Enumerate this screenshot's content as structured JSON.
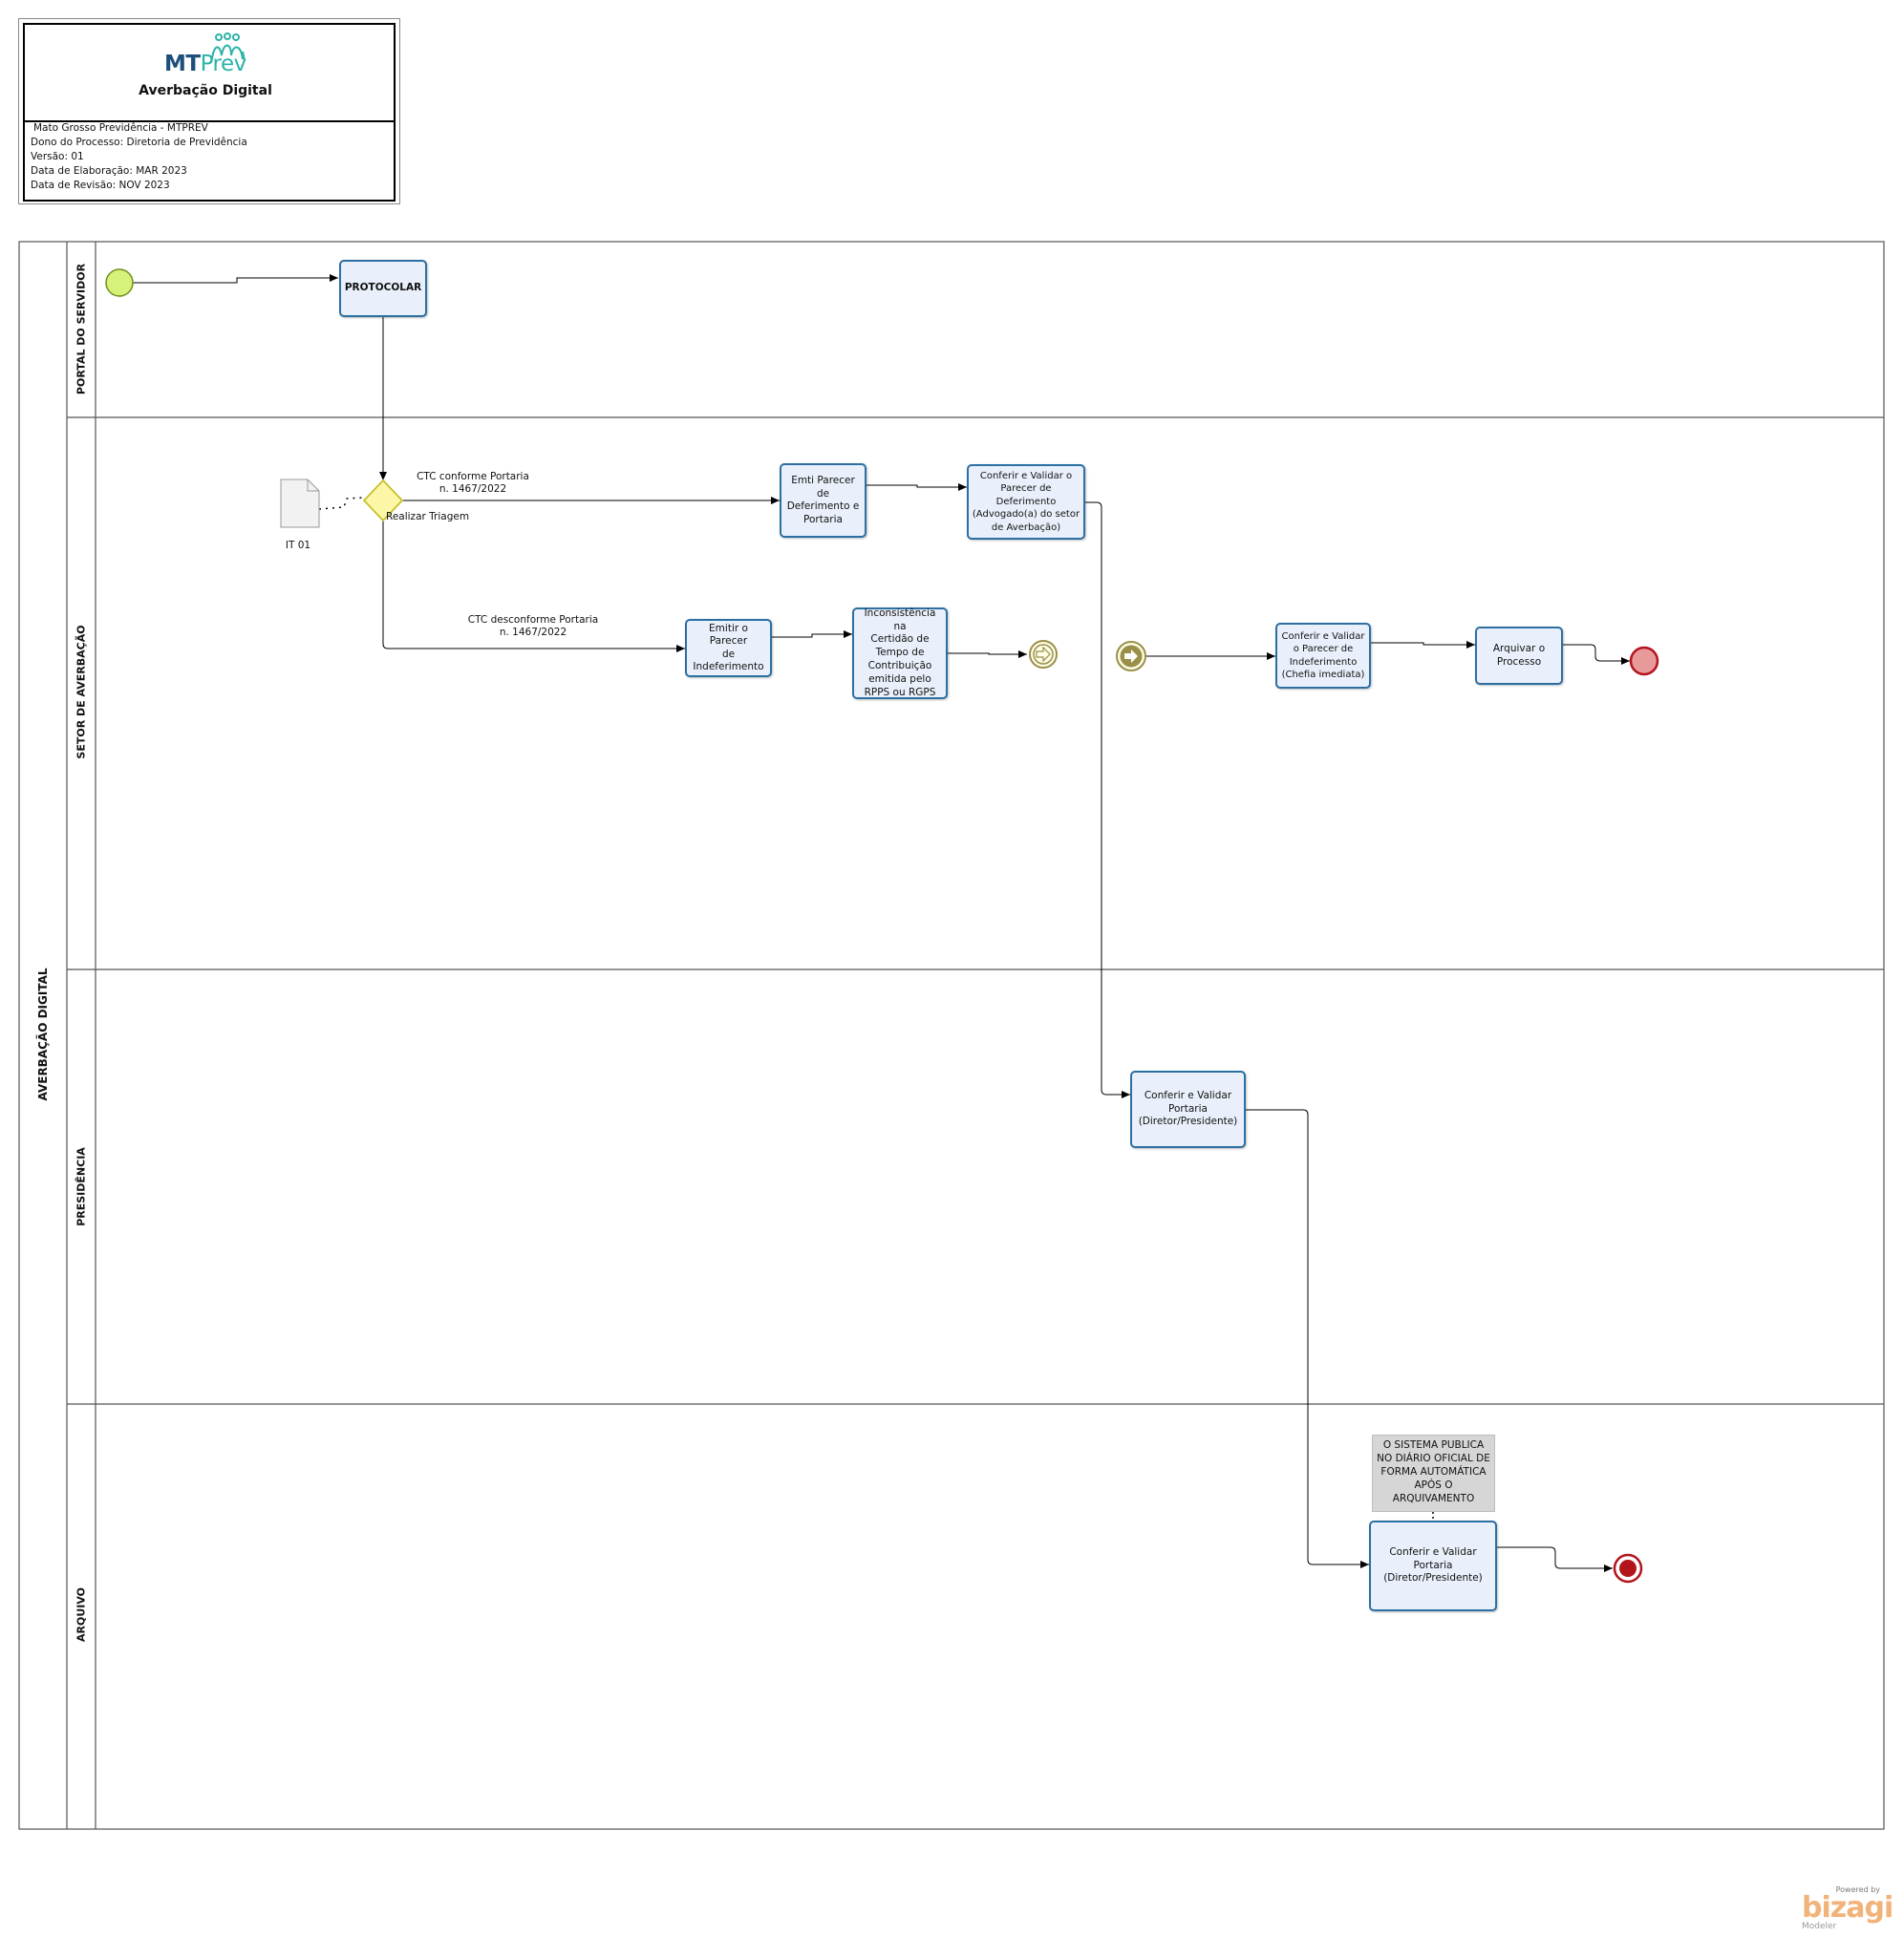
{
  "header": {
    "logo_text_mt": "MT",
    "logo_text_prev": "Prev",
    "title": "Averbação Digital",
    "info": [
      "Mato Grosso Previdência - MTPREV",
      "Dono do Processo: Diretoria de Previdência",
      "Versão: 01",
      "Data de Elaboração: MAR 2023",
      "Data de Revisão: NOV 2023"
    ]
  },
  "pool": {
    "name": "AVERBAÇÃO DIGITAL"
  },
  "lanes": [
    "PORTAL DO SERVIDOR",
    "SETOR DE AVERBAÇÃO",
    "PRESIDÊNCIA",
    "ARQUIVO"
  ],
  "tasks": {
    "protocolar": "PROTOCOLAR",
    "emitir_parecer_deferimento": "Emti Parecer de\nDeferimento e\nPortaria",
    "conferir_validar_deferimento": "Conferir e Validar o\nParecer de\nDeferimento\n(Advogado(a) do setor\nde Averbação)",
    "emitir_parecer_indeferimento": "Emitir o Parecer\nde\nIndeferimento",
    "inconsistencia": "Inconsistência na\nCertidão de\nTempo de\nContribuição\nemitida pelo\nRPPS ou RGPS",
    "conferir_validar_indeferimento": "Conferir e Validar\no Parecer de\nIndeferimento\n(Chefia imediata)",
    "arquivar": "Arquivar o\nProcesso",
    "conferir_portaria_presidencia": "Conferir e Validar\nPortaria\n(Diretor/Presidente)",
    "conferir_portaria_arquivo": "Conferir e Validar\nPortaria\n(Diretor/Presidente)"
  },
  "gateway": {
    "label": "Realizar Triagem"
  },
  "artifact": {
    "label": "IT 01"
  },
  "flow_labels": {
    "conforme": "CTC conforme Portaria\nn. 1467/2022",
    "desconforme": "CTC desconforme Portaria\nn. 1467/2022"
  },
  "annotation": "O SISTEMA PUBLICA\nNO DIÁRIO OFICIAL DE\nFORMA AUTOMÁTICA\nAPÓS O\nARQUIVAMENTO",
  "branding": {
    "powered_by": "Powered by",
    "brand": "bizagi",
    "product": "Modeler"
  },
  "colors": {
    "task_fill": "#eaf0fb",
    "task_border": "#2c6fa3",
    "start_event": "#d6f27a",
    "end_event": "#e89a9a",
    "end_event_border": "#b3141c",
    "gateway_fill": "#fbf7a6",
    "gateway_border": "#c9be2e",
    "link_event": "#9a8f48",
    "logo_dark": "#1d4f7a",
    "logo_teal": "#2bb3a9",
    "brand_orange": "#f2b37a"
  }
}
